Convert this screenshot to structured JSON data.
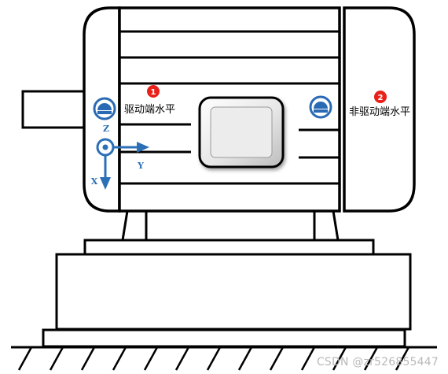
{
  "labels": {
    "drive_end": "驱动端水平",
    "non_drive_end": "非驱动端水平",
    "marker_1": "1",
    "marker_2": "2",
    "axis_z": "Z",
    "axis_y": "Y",
    "axis_x": "X"
  },
  "watermark": "CSDN @zr526855447",
  "colors": {
    "outline": "#000000",
    "marker": "#e8211a",
    "sensor": "#2a6ab4",
    "axis": "#2b6fb6",
    "junction_box": "#e9e9e9"
  }
}
